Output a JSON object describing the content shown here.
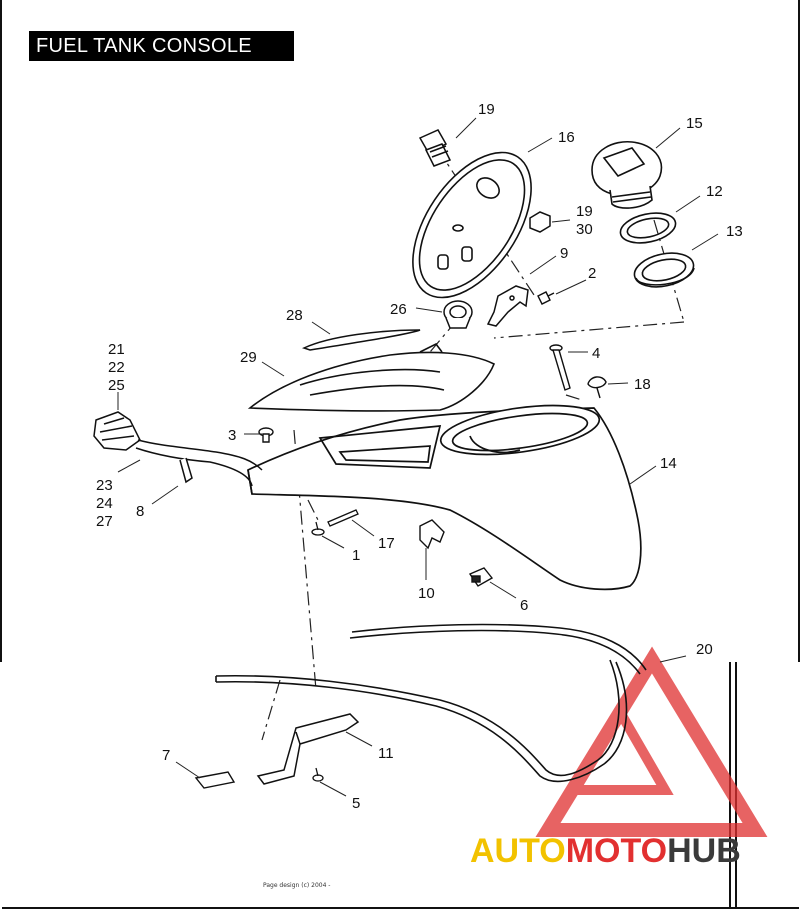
{
  "title": "FUEL TANK CONSOLE",
  "footer": "Page design (c) 2004 -",
  "watermark": {
    "part1": "AUTO",
    "part2": "MOTO",
    "part3": "HUB",
    "colors": {
      "auto": "#f2c200",
      "moto": "#e23030",
      "hub": "#3a3a3a",
      "triangle": "#e03030"
    }
  },
  "callouts": {
    "c1": "1",
    "c2": "2",
    "c3": "3",
    "c4": "4",
    "c5": "5",
    "c6": "6",
    "c7": "7",
    "c8": "8",
    "c9": "9",
    "c10": "10",
    "c11": "11",
    "c12": "12",
    "c13": "13",
    "c14": "14",
    "c15": "15",
    "c16": "16",
    "c17": "17",
    "c18": "18",
    "c19a": "19",
    "c19b": "19",
    "c20": "20",
    "c21": "21",
    "c22": "22",
    "c23": "23",
    "c24": "24",
    "c25": "25",
    "c26": "26",
    "c27": "27",
    "c28": "28",
    "c29": "29",
    "c30": "30"
  }
}
